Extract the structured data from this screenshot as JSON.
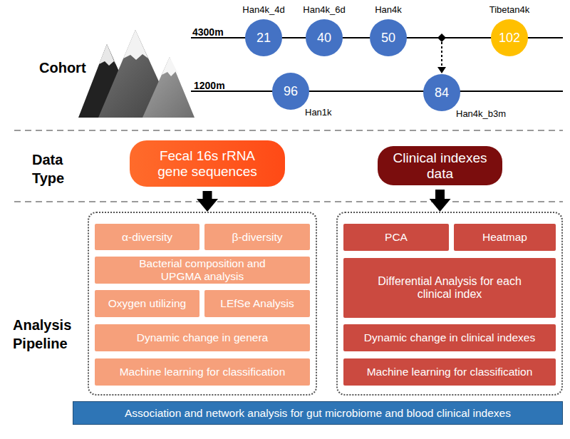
{
  "diagram": {
    "nodes": [
      {
        "text": [
          "Han4k_4d",
          "21"
        ]
      },
      {
        "text": [
          "Han4k_6d",
          "40"
        ]
      },
      {
        "text": [
          "Han4k",
          "50"
        ]
      },
      {
        "text": [
          "Tibetan4k",
          "102"
        ]
      },
      {
        "text": [
          "96",
          "Han1k"
        ]
      },
      {
        "text": [
          "84",
          "Han4k_b3m"
        ]
      },
      {
        "text": [
          "Fecal 16s rRNA gene sequences"
        ]
      },
      {
        "text": [
          "Clinical indexes data"
        ]
      },
      {
        "text": []
      },
      {
        "text": [
          "α-diversity"
        ],
        "in": 8
      },
      {
        "text": [
          "β-diversity"
        ],
        "in": 8
      },
      {
        "text": [
          "Bacterial composition and UPGMA analysis"
        ],
        "in": 8
      },
      {
        "text": [
          "Oxygen utilizing"
        ],
        "in": 8
      },
      {
        "text": [
          "LEfSe Analysis"
        ],
        "in": 8
      },
      {
        "text": [
          "Dynamic change in genera"
        ],
        "in": 8
      },
      {
        "text": [
          "Machine learning for classification"
        ],
        "in": 8
      },
      {
        "text": []
      },
      {
        "text": [
          "PCA"
        ],
        "in": 16
      },
      {
        "text": [
          "Heatmap"
        ],
        "in": 16
      },
      {
        "text": [
          "Differential Analysis for each clinical index"
        ],
        "in": 16
      },
      {
        "text": [
          "Dynamic change in clinical indexes"
        ],
        "in": 16
      },
      {
        "text": [
          "Machine learning for classification"
        ],
        "in": 16
      },
      {
        "text": [
          "Association and network analysis for gut microbiome and blood clinical indexes"
        ]
      }
    ],
    "edges": [
      {
        "from": 6,
        "to": 8,
        "arrow": "to"
      },
      {
        "from": 7,
        "to": 16,
        "arrow": "to"
      }
    ],
    "labels": [
      "Cohort",
      "4300m",
      "1200m",
      "Data Type",
      "Analysis Pipeline"
    ]
  }
}
